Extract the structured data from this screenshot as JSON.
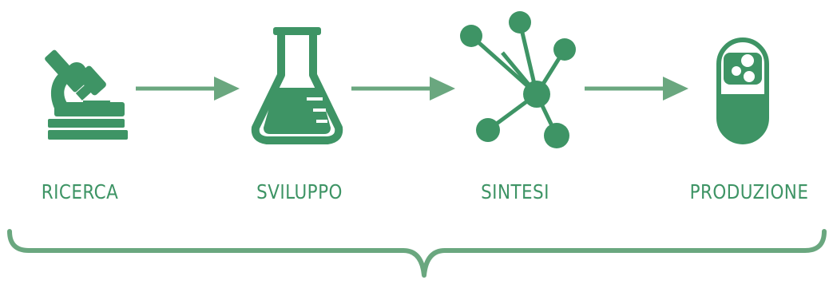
{
  "colors": {
    "icon": "#3e9465",
    "arrow": "#6aa77f",
    "brace": "#6aa77f",
    "text": "#3e9465",
    "background": "#ffffff"
  },
  "steps": [
    {
      "label": "RICERCA",
      "icon": "microscope-icon"
    },
    {
      "label": "SVILUPPO",
      "icon": "flask-icon"
    },
    {
      "label": "SINTESI",
      "icon": "molecule-icon"
    },
    {
      "label": "PRODUZIONE",
      "icon": "capsule-icon"
    }
  ]
}
